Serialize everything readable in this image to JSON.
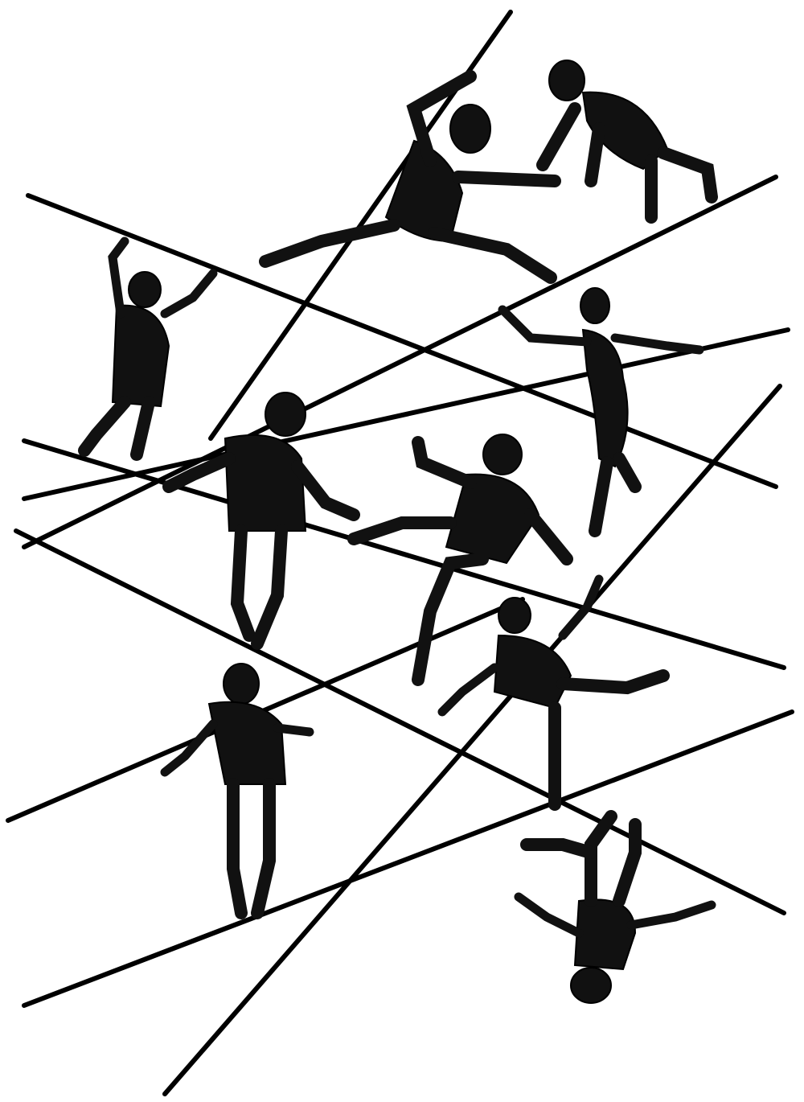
{
  "artwork": {
    "ink_color": "#000000",
    "paper_color": "#ffffff",
    "figures": [
      "pole-climber",
      "reaching-acrobat",
      "left-balancer",
      "dancer",
      "center-walker",
      "kneeling-climber",
      "falling-tumbler",
      "lower-walker",
      "upside-down-acrobat"
    ]
  }
}
